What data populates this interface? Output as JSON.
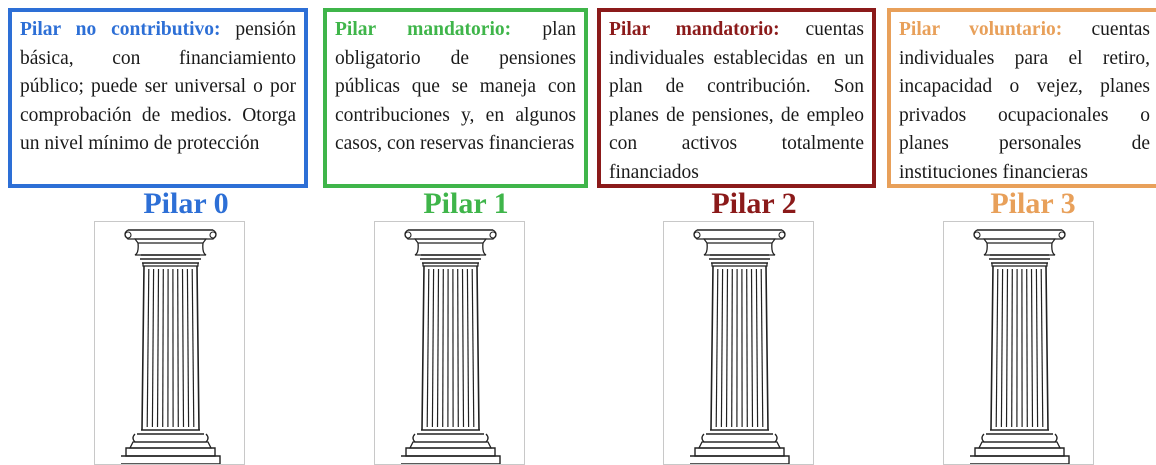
{
  "colors": {
    "pilar_0": "#2d6fd6",
    "pilar_1": "#3fb54a",
    "pilar_2": "#8b1a1a",
    "pilar_3": "#e8a05a"
  },
  "pillars": [
    {
      "title": "Pilar 0",
      "lead": "Pilar no contributivo:",
      "text": " pensión básica, con financiamiento público; puede ser universal o por comprobación de medios. Otorga un nivel mínimo de protección"
    },
    {
      "title": "Pilar 1",
      "lead": "Pilar mandatorio:",
      "text": " plan obligatorio de pensiones públicas que se maneja con contribuciones y, en algunos casos, con reservas financieras"
    },
    {
      "title": "Pilar 2",
      "lead": "Pilar mandatorio:",
      "text": " cuentas individuales establecidas en un plan de contribución. Son planes de pensiones, de empleo con activos totalmente financiados"
    },
    {
      "title": "Pilar 3",
      "lead": "Pilar voluntario:",
      "text": " cuentas individuales para el retiro, incapacidad o vejez, planes privados ocupacionales o planes personales de instituciones financieras"
    }
  ],
  "icons": {
    "column": "greek-column-icon"
  }
}
